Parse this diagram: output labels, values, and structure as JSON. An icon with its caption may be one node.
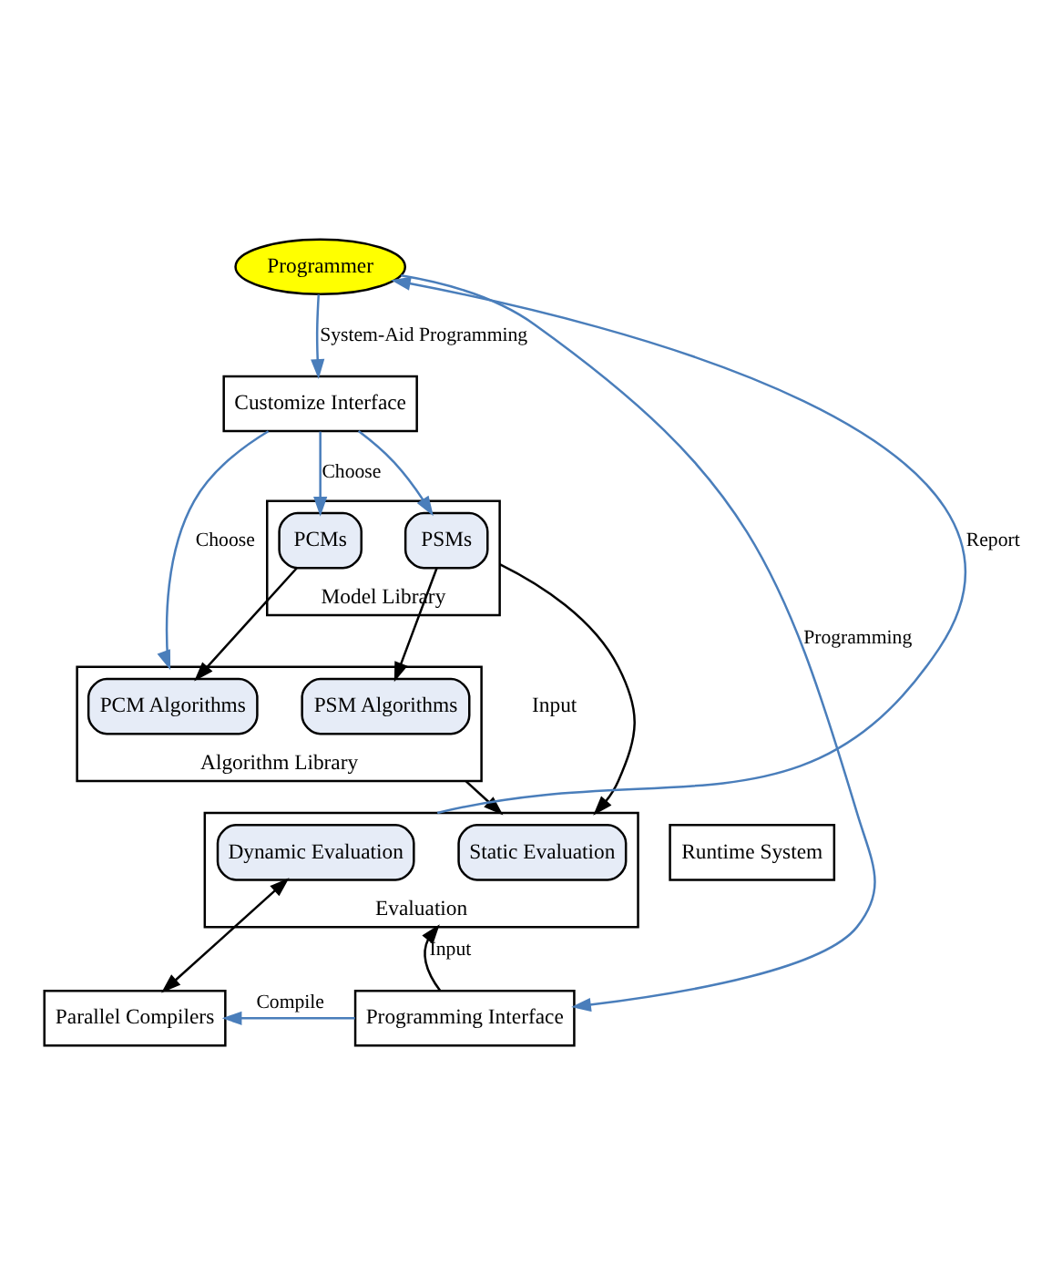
{
  "diagram": {
    "nodes": [
      {
        "text": [
          "Programmer"
        ]
      },
      {
        "text": [
          "Customize Interface"
        ]
      },
      {
        "text": [
          "Model Library"
        ]
      },
      {
        "text": [
          "PCMs"
        ],
        "in": 2
      },
      {
        "text": [
          "PSMs"
        ],
        "in": 2
      },
      {
        "text": [
          "Algorithm Library"
        ]
      },
      {
        "text": [
          "PCM Algorithms"
        ],
        "in": 5
      },
      {
        "text": [
          "PSM Algorithms"
        ],
        "in": 5
      },
      {
        "text": [
          "Evaluation"
        ]
      },
      {
        "text": [
          "Static Evaluation"
        ],
        "in": 8
      },
      {
        "text": [
          "Dynamic Evaluation"
        ],
        "in": 8
      },
      {
        "text": [
          "Runtime System"
        ]
      },
      {
        "text": [
          "Parallel Compilers"
        ]
      },
      {
        "text": [
          "Programming Interface"
        ]
      }
    ],
    "edges": [
      {
        "from": 0,
        "to": 1,
        "arrow": "to",
        "label": "System-Aid Programming",
        "color": "#4a7ebb"
      },
      {
        "from": 1,
        "to": 3,
        "arrow": "to",
        "label": "Choose",
        "color": "#4a7ebb"
      },
      {
        "from": 1,
        "to": 4,
        "arrow": "to",
        "color": "#4a7ebb"
      },
      {
        "from": 1,
        "to": 5,
        "arrow": "to",
        "label": "Choose",
        "color": "#4a7ebb"
      },
      {
        "from": 3,
        "to": 6,
        "arrow": "to",
        "color": "#000000"
      },
      {
        "from": 4,
        "to": 7,
        "arrow": "to",
        "color": "#000000"
      },
      {
        "from": 2,
        "to": 8,
        "arrow": "to",
        "color": "#000000"
      },
      {
        "from": 5,
        "to": 8,
        "arrow": "to",
        "color": "#000000"
      },
      {
        "from": 10,
        "to": 12,
        "arrow": "both",
        "color": "#000000"
      },
      {
        "from": 8,
        "to": 0,
        "arrow": "to",
        "label": "Report",
        "color": "#4a7ebb"
      },
      {
        "from": 0,
        "to": 13,
        "arrow": "to",
        "label": "Programming",
        "color": "#4a7ebb"
      },
      {
        "from": 13,
        "to": 12,
        "arrow": "to",
        "label": "Compile",
        "color": "#4a7ebb"
      },
      {
        "from": 13,
        "to": 8,
        "arrow": "to",
        "label": "Input",
        "color": "#000000"
      }
    ],
    "labels": [
      "Input"
    ]
  }
}
